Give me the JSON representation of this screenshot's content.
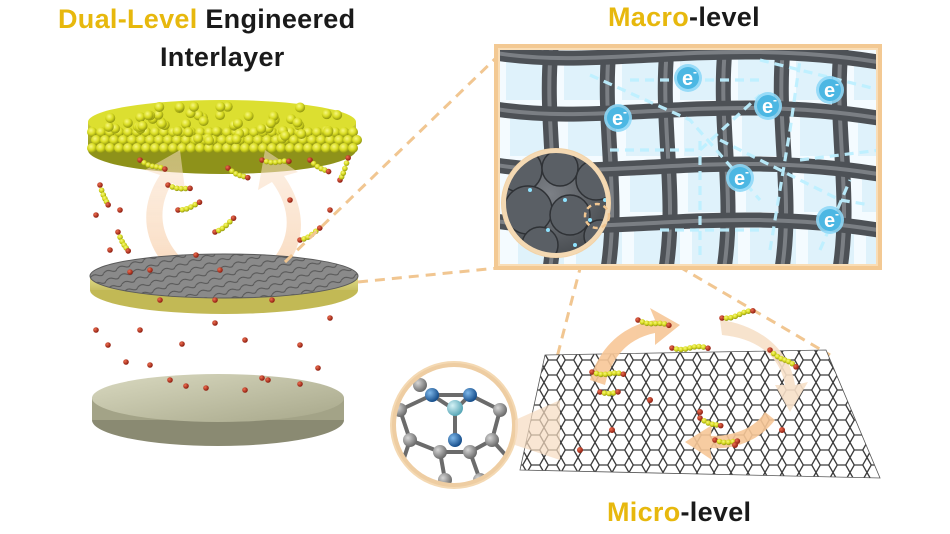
{
  "titles": {
    "left_highlight": "Dual-Level",
    "left_rest_line1": " Engineered",
    "left_line2": "Interlayer",
    "macro_highlight": "Macro",
    "macro_rest": "-level",
    "micro_highlight": "Micro",
    "micro_rest": "-level"
  },
  "electron_label": "e",
  "electron_superscript": "-",
  "colors": {
    "highlight_text": "#e7b80d",
    "dark_text": "#1a1a1a",
    "sulfur_chain": "#c9cf1f",
    "lithium_disc": "#dbe02a",
    "separator": "#c9c8a0",
    "carbon_fiber": "#5d6166",
    "electron_glow": "#7fd6ff",
    "arrow_peach": "#f6c9a0",
    "nitrogen": "#1f6fb8",
    "metal_atom": "#7ec5d4",
    "polysulfide_end": "#c8331e"
  }
}
